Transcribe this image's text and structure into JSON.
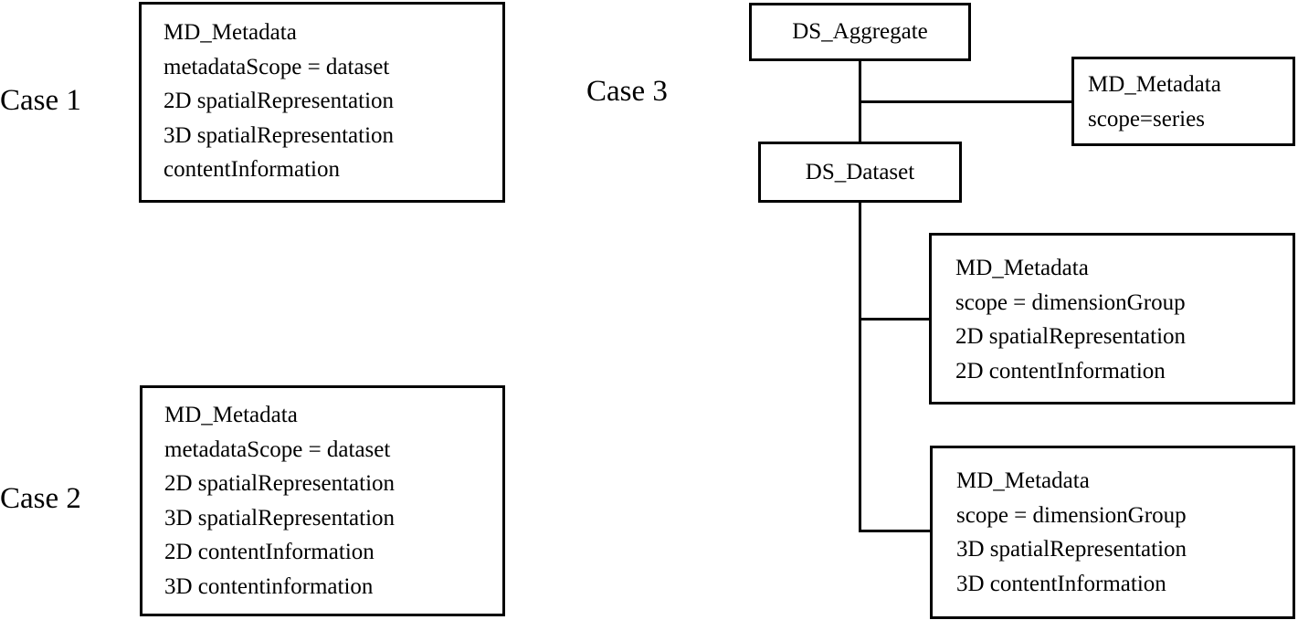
{
  "colors": {
    "background": "#ffffff",
    "line": "#000000",
    "text": "#000000"
  },
  "case1": {
    "label": "Case 1",
    "lines": [
      "MD_Metadata",
      "metadataScope = dataset",
      "2D spatialRepresentation",
      "3D spatialRepresentation",
      "contentInformation"
    ]
  },
  "case2": {
    "label": "Case 2",
    "lines": [
      "MD_Metadata",
      "metadataScope = dataset",
      "2D spatialRepresentation",
      "3D spatialRepresentation",
      "2D contentInformation",
      "3D contentinformation"
    ]
  },
  "case3": {
    "label": "Case 3",
    "aggregate_label": "DS_Aggregate",
    "dataset_label": "DS_Dataset",
    "series_box": {
      "lines": [
        "MD_Metadata",
        "scope=series"
      ]
    },
    "dim2d_box": {
      "lines": [
        "MD_Metadata",
        "scope = dimensionGroup",
        "2D spatialRepresentation",
        "2D contentInformation"
      ]
    },
    "dim3d_box": {
      "lines": [
        "MD_Metadata",
        "scope = dimensionGroup",
        "3D spatialRepresentation",
        "3D contentInformation"
      ]
    }
  }
}
